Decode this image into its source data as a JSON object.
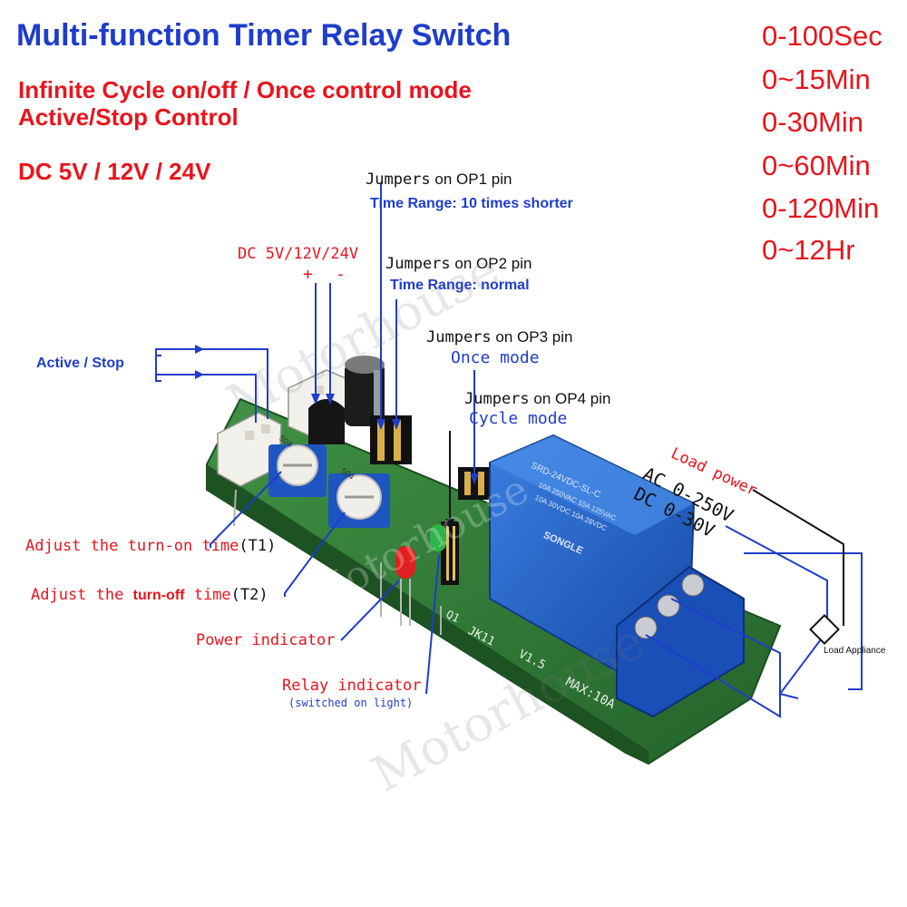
{
  "title": "Multi-function Timer Relay Switch",
  "features": {
    "line1": "Infinite Cycle on/off  / Once control mode",
    "line2": "Active/Stop Control",
    "voltage": "DC 5V / 12V / 24V"
  },
  "time_ranges": [
    "0-100Sec",
    "0~15Min",
    "0-30Min",
    "0~60Min",
    "0-120Min",
    "0~12Hr"
  ],
  "callouts": {
    "dc_input": "DC 5V/12V/24V",
    "plus": "+",
    "minus": "-",
    "active_stop": "Active / Stop",
    "op1_prefix": "Jumpers",
    "op1_suffix": "on OP1 pin",
    "op1_desc": "Time Range: 10 times shorter",
    "op2_prefix": "Jumpers",
    "op2_suffix": "on OP2 pin",
    "op2_desc": "Time Range: normal",
    "op3_prefix": "Jumpers",
    "op3_suffix": "on OP3 pin",
    "op3_desc": "Once mode",
    "op4_prefix": "Jumpers",
    "op4_suffix": "on OP4 pin",
    "op4_desc": "Cycle mode",
    "t1_prefix": "Adjust the turn-on time",
    "t1_suffix": "(T1)",
    "t2_prefix": "Adjust the",
    "t2_mid": "turn-off",
    "t2_time": "time",
    "t2_suffix": "(T2)",
    "power_indicator": "Power indicator",
    "relay_indicator": "Relay indicator",
    "relay_indicator_note": "(switched on light)",
    "load_power": "Load power",
    "ac_rating": "AC 0-250V",
    "dc_rating": "DC 0-30V",
    "load_appliance": "Load Appliance"
  },
  "board": {
    "relay_text_1": "SRD-24VDC-SL-C",
    "relay_text_2": "10A 250VAC 10A 125VAC",
    "relay_text_3": "10A 30VDC 10A 28VDC",
    "relay_brand": "SONGLE",
    "pcb_text_1": "MAX:10A",
    "pcb_text_2": "JK11",
    "pcb_text_3": "V1.5",
    "pcb_text_4": "Q1",
    "pot_label": "504"
  },
  "watermark": "Motorhouse",
  "colors": {
    "title_blue": "#1f3dcc",
    "accent_red": "#e8141c",
    "pcb_green": "#2f7a34",
    "relay_blue": "#1e5fc8",
    "terminal_blue": "#1a4fb8"
  }
}
